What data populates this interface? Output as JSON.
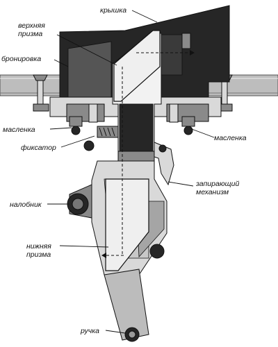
{
  "labels": {
    "cover": "крышка",
    "upper_prism": "верхняя\nпризма",
    "armor": "бронировка",
    "oiler_left": "масленка",
    "oiler_right": "масленка",
    "latch": "фиксатор",
    "locking_mechanism": "запирающий\nмеханизм",
    "forehead_pad": "налобник",
    "lower_prism": "нижняя\nпризма",
    "handle": "ручка"
  }
}
